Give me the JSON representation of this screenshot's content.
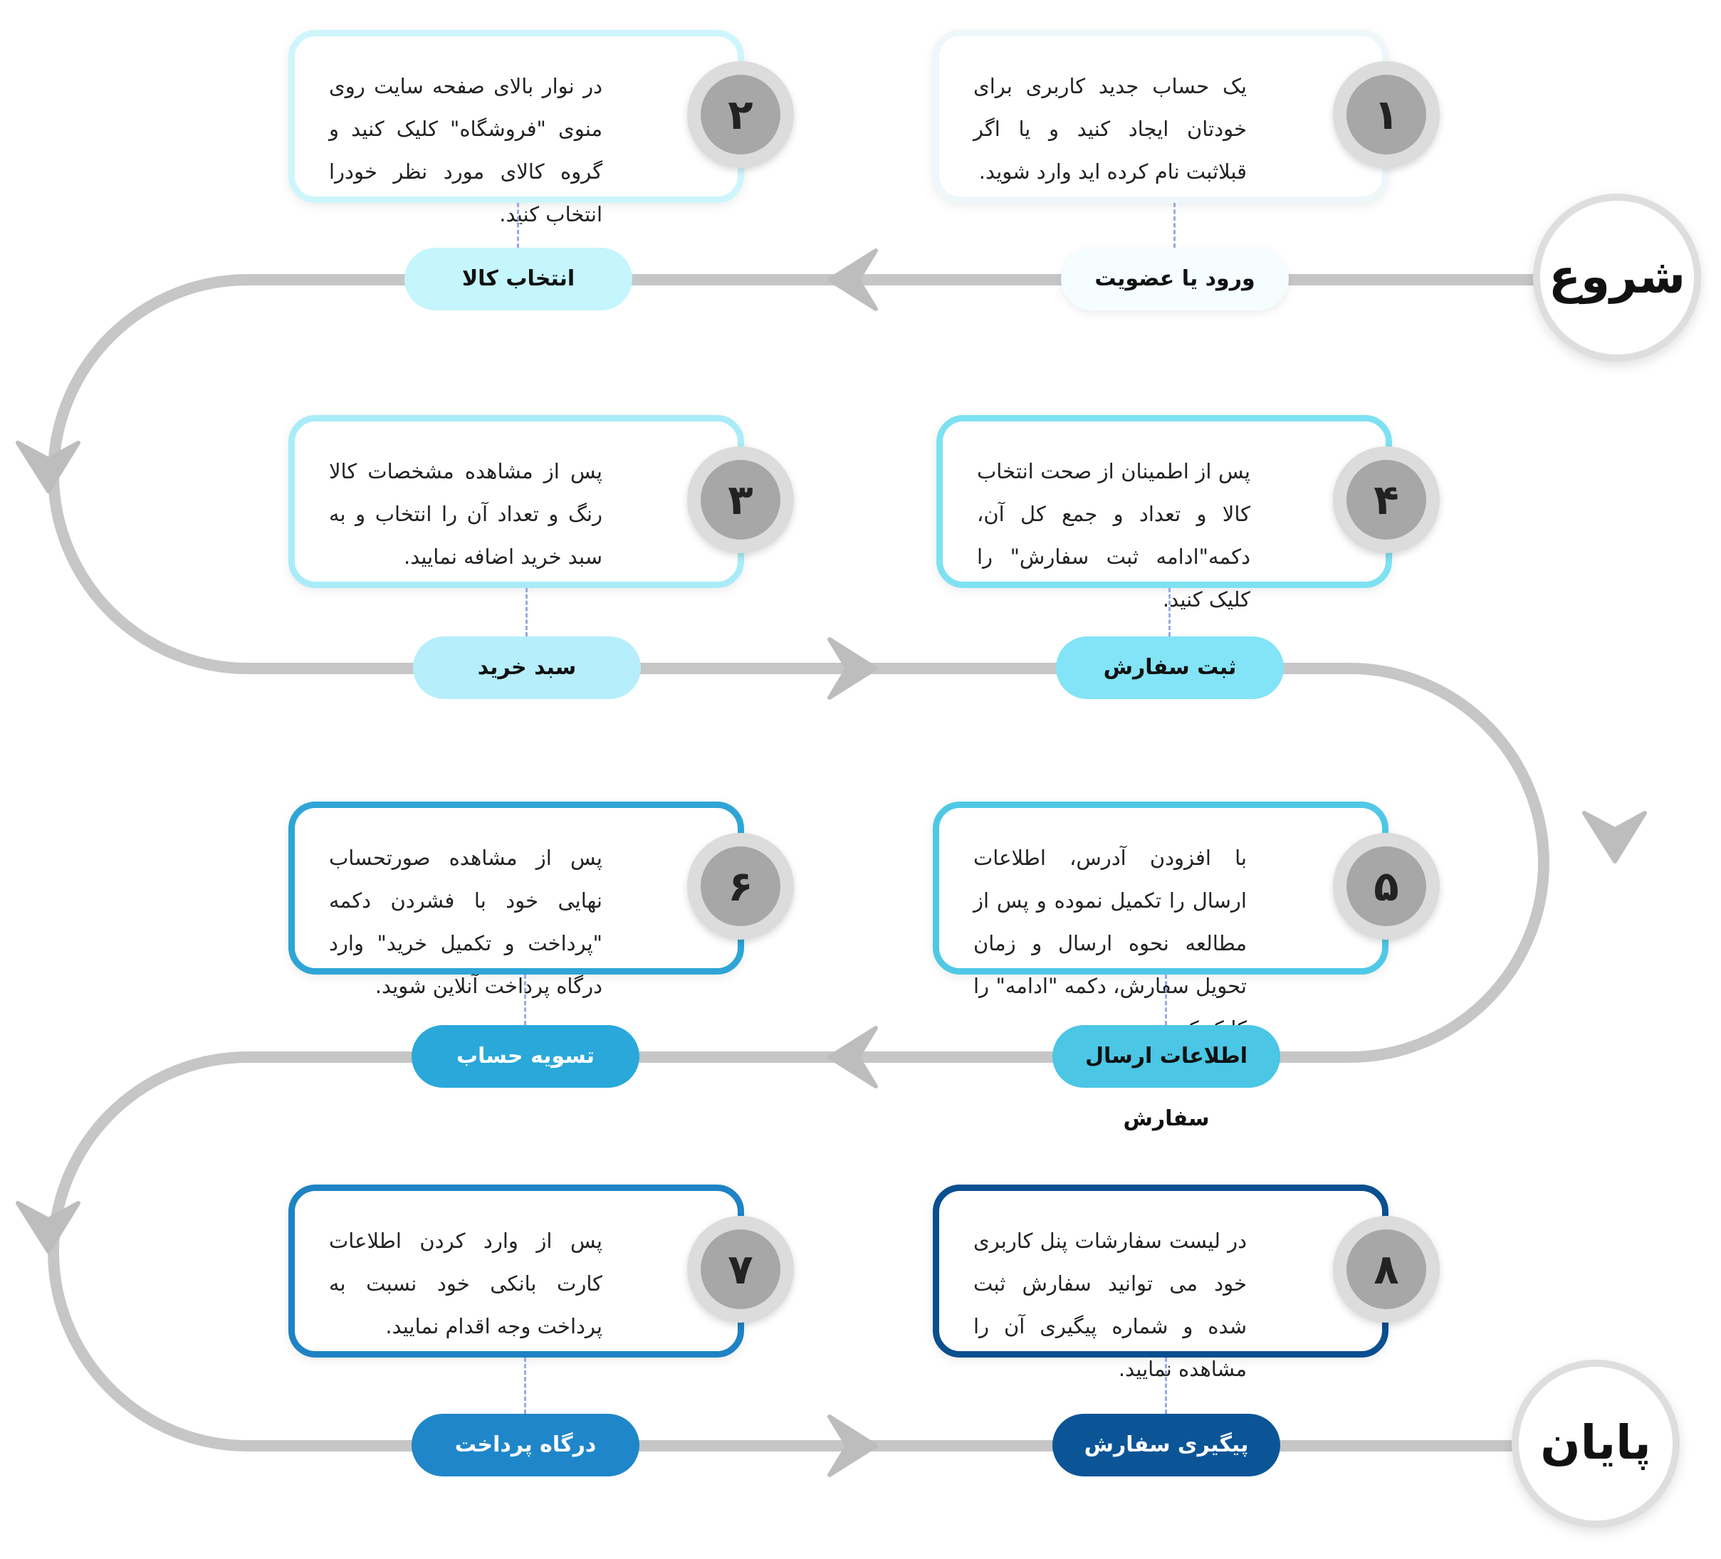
{
  "start_label": "شروع",
  "end_label": "پایان",
  "steps": [
    {
      "number": "۱",
      "stage": "ورود یا عضویت",
      "text": "یک حساب جدید کاربری برای خودتان ایجاد کنید و یا اگر قبلاثبت نام کرده اید وارد شوید.",
      "border_color": "#eef7f9",
      "pill_color": "#f5fdff"
    },
    {
      "number": "۲",
      "stage": "انتخاب کالا",
      "text": "در نوار بالای صفحه سایت روی منوی \"فروشگاه\" کلیک کنید و گروه کالای مورد نظر خودرا انتخاب کنید.",
      "border_color": "#cdf6fc",
      "pill_color": "#c5f5fd"
    },
    {
      "number": "۳",
      "stage": "سبد خرید",
      "text": "پس از مشاهده مشخصات کالا رنگ و تعداد آن را انتخاب و به سبد خرید اضافه نمایید.",
      "border_color": "#a9ecf8",
      "pill_color": "#b6eefb"
    },
    {
      "number": "۴",
      "stage": "ثبت سفارش",
      "text": "پس از اطمینان از صحت انتخاب کالا و تعداد و جمع کل آن، دکمه\"ادامه ثبت سفارش\" را کلیک کنید.",
      "border_color": "#7ee1f2",
      "pill_color": "#82e4f6"
    },
    {
      "number": "۵",
      "stage": "اطلاعات ارسال سفارش",
      "text": "با افزودن آدرس، اطلاعات ارسال را تکمیل نموده و پس از مطالعه نحوه ارسال و زمان تحویل سفارش، دکمه \"ادامه\" را کلیک کنید.",
      "border_color": "#4fc8e6",
      "pill_color": "#4bc6e5"
    },
    {
      "number": "۶",
      "stage": "تسویه حساب",
      "text": "پس از مشاهده صورتحساب نهایی خود با فشردن دکمه \"پرداخت و تکمیل خرید\" وارد درگاه پرداخت آنلاین شوید.",
      "border_color": "#2ea5d6",
      "pill_color": "#2aa8da"
    },
    {
      "number": "۷",
      "stage": "درگاه پرداخت",
      "text": "پس از وارد کردن اطلاعات کارت بانکی خود نسبت به پرداخت وجه اقدام نمایید.",
      "border_color": "#1e82c4",
      "pill_color": "#1f86c9"
    },
    {
      "number": "۸",
      "stage": "پیگیری سفارش",
      "text": "در لیست سفارشات پنل کاربری خود می توانید سفارش ثبت شده و شماره پیگیری آن را مشاهده نمایید.",
      "border_color": "#0a4f8f",
      "pill_color": "#0b5597"
    }
  ]
}
